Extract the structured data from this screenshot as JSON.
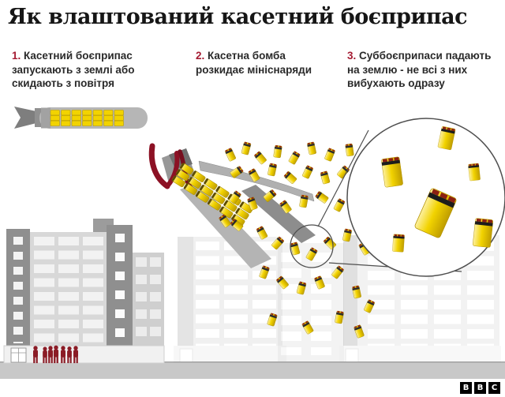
{
  "title": "Як влаштований касетний боєприпас",
  "steps": [
    {
      "number": "1.",
      "text": " Касетний боєприпас запускають з землі або скидають з повітря"
    },
    {
      "number": "2.",
      "text": " Касетна бомба розкидає мініснаряди"
    },
    {
      "number": "3.",
      "text": " Суббоєприпаси падають на землю - не всі з них вибухають одразу"
    }
  ],
  "logo": {
    "letters": [
      "B",
      "B",
      "C"
    ]
  },
  "colors": {
    "accent_red": "#a51c33",
    "people_red": "#8b1c26",
    "ribbon_red": "#8c1124",
    "submunition_yellow": "#f2d300",
    "casing_gray": "#b5b5b5",
    "circle_stroke": "#4f4f4f",
    "sidewalk_gray": "#c8c8c8"
  }
}
